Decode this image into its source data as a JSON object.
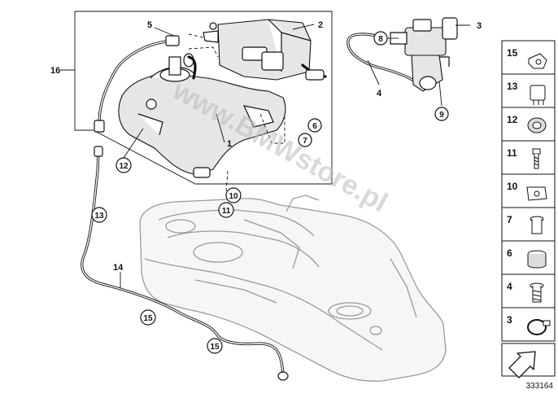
{
  "callouts": {
    "c1": "1",
    "c2": "2",
    "c3": "3",
    "c4": "4",
    "c5": "5",
    "c6": "6",
    "c7": "7",
    "c8": "8",
    "c9": "9",
    "c10": "10",
    "c11": "11",
    "c12": "12",
    "c13": "13",
    "c14": "14",
    "c15a": "15",
    "c15b": "15",
    "c16": "16"
  },
  "parts_panel": [
    {
      "num": "15",
      "icon": "clip-icon"
    },
    {
      "num": "13",
      "icon": "cable-holder-icon"
    },
    {
      "num": "12",
      "icon": "grommet-icon"
    },
    {
      "num": "11",
      "icon": "screw-icon"
    },
    {
      "num": "10",
      "icon": "clip-nut-icon"
    },
    {
      "num": "7",
      "icon": "bushing-icon"
    },
    {
      "num": "6",
      "icon": "rubber-mount-icon"
    },
    {
      "num": "4",
      "icon": "bolt-icon"
    },
    {
      "num": "3",
      "icon": "hose-clamp-icon"
    }
  ],
  "watermark": "www.BMWstore.pl",
  "diagram_id": "333164"
}
